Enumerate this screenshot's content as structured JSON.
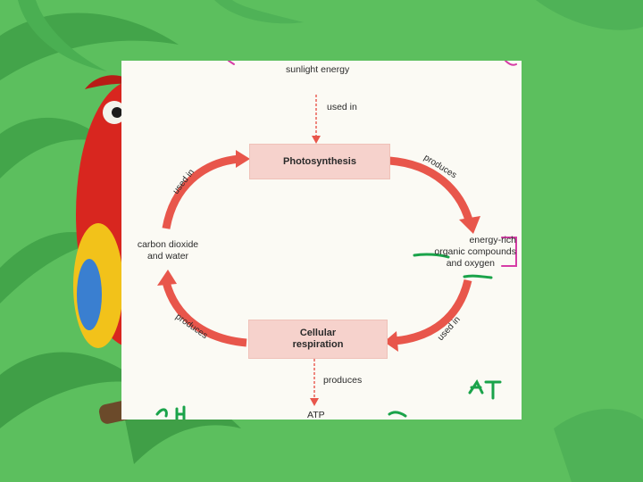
{
  "diagram": {
    "sunlight": "sunlight energy",
    "used_in_top": "used in",
    "photosynthesis": "Photosynthesis",
    "produces_top_right": "produces",
    "products_line1": "energy-rich",
    "products_line2": "organic compounds",
    "products_line3": "and oxygen",
    "used_in_bottom_right": "used in",
    "cellular_line1": "Cellular",
    "cellular_line2": "respiration",
    "produces_bottom_left": "produces",
    "reactants_line1": "carbon dioxide",
    "reactants_line2": "and water",
    "used_in_top_left": "used in",
    "produces_bottom": "produces",
    "atp": "ATP"
  },
  "colors": {
    "slide_green": "#5cbf5e",
    "arrow_red": "#e8564b",
    "box_pink": "#f6d2cc",
    "marker_green": "#1aa34a",
    "marker_magenta": "#d63ca6"
  },
  "decor": {
    "bird": "parrot-icon",
    "plants": "jungle-leaves-icon"
  }
}
